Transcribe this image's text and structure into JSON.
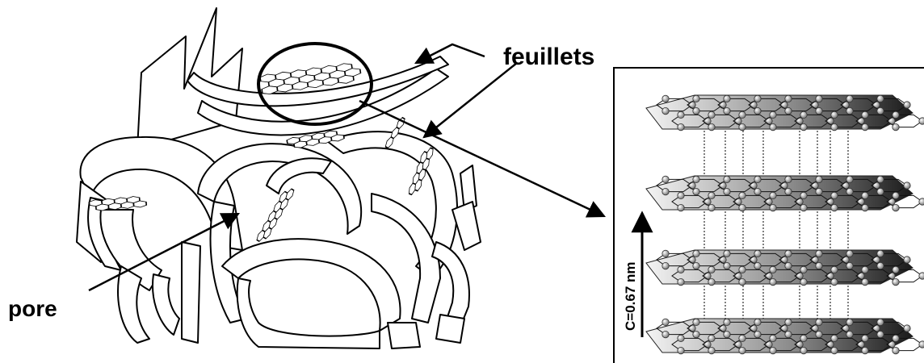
{
  "labels": {
    "sheets": "feuillets",
    "pore": "pore",
    "interlayer_spacing": "C=0.67 nm"
  },
  "graphite_layers": 4,
  "colors": {
    "ink": "#000000",
    "sheet_light": "#f2f2f2",
    "sheet_dark": "#1e1e1e",
    "atom": "#8c8c8c"
  }
}
